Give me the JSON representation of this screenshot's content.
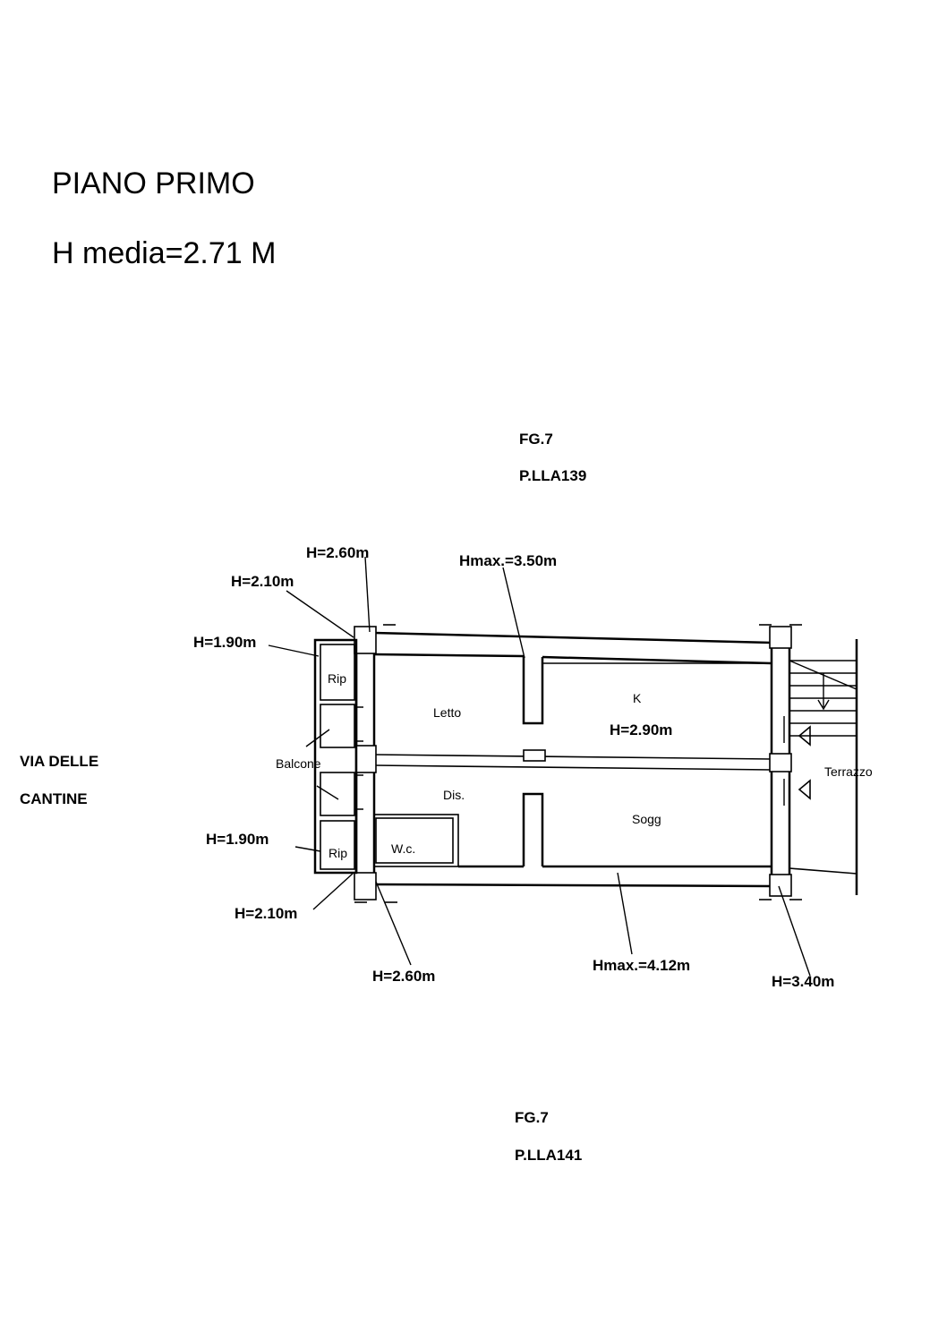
{
  "header": {
    "title": "PIANO PRIMO",
    "h_media": "H media=2.71 M"
  },
  "north_parcel": {
    "fg": "FG.7",
    "plla": "P.LLA139"
  },
  "south_parcel": {
    "fg": "FG.7",
    "plla": "P.LLA141"
  },
  "street": {
    "line1": "VIA DELLE",
    "line2": "CANTINE"
  },
  "rooms": {
    "letto": "Letto",
    "k": "K",
    "k_height": "H=2.90m",
    "dis": "Dis.",
    "sogg": "Sogg",
    "wc": "W.c.",
    "rip_top": "Rip",
    "rip_bottom": "Rip",
    "balcone": "Balcone",
    "terrazzo": "Terrazzo"
  },
  "dimensions": {
    "top_h260": "H=2.60m",
    "top_h210": "H=2.10m",
    "top_h190": "H=1.90m",
    "top_hmax": "Hmax.=3.50m",
    "bot_h190": "H=1.90m",
    "bot_h210": "H=2.10m",
    "bot_h260": "H=2.60m",
    "bot_hmax": "Hmax.=4.12m",
    "bot_h340": "H=3.40m"
  }
}
